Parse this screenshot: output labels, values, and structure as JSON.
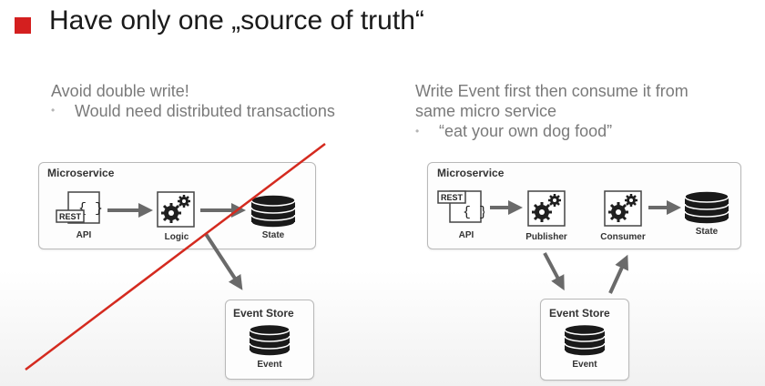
{
  "title": "Have only one „source of truth“",
  "colors": {
    "accent": "#d41f1f",
    "arrow": "#6a6a6a",
    "text": "#7a7a7a"
  },
  "left": {
    "heading": "Avoid double write!",
    "bullet": "Would need distributed transactions",
    "microservice": {
      "title": "Microservice",
      "api_label": "API",
      "rest_tag": "REST",
      "logic_label": "Logic",
      "state_label": "State"
    },
    "event_store": {
      "title": "Event Store",
      "event_label": "Event"
    }
  },
  "right": {
    "heading_line1": "Write Event first then consume it from",
    "heading_line2": "same micro service",
    "bullet": "“eat your own dog food”",
    "microservice": {
      "title": "Microservice",
      "api_label": "API",
      "rest_tag": "REST",
      "publisher_label": "Publisher",
      "consumer_label": "Consumer",
      "state_label": "State"
    },
    "event_store": {
      "title": "Event Store",
      "event_label": "Event"
    }
  },
  "icons": {
    "bullet": "square-bullet",
    "api": "rest-api-icon",
    "gear": "gears-icon",
    "database": "database-icon",
    "cross_out": "red-strike-line"
  }
}
